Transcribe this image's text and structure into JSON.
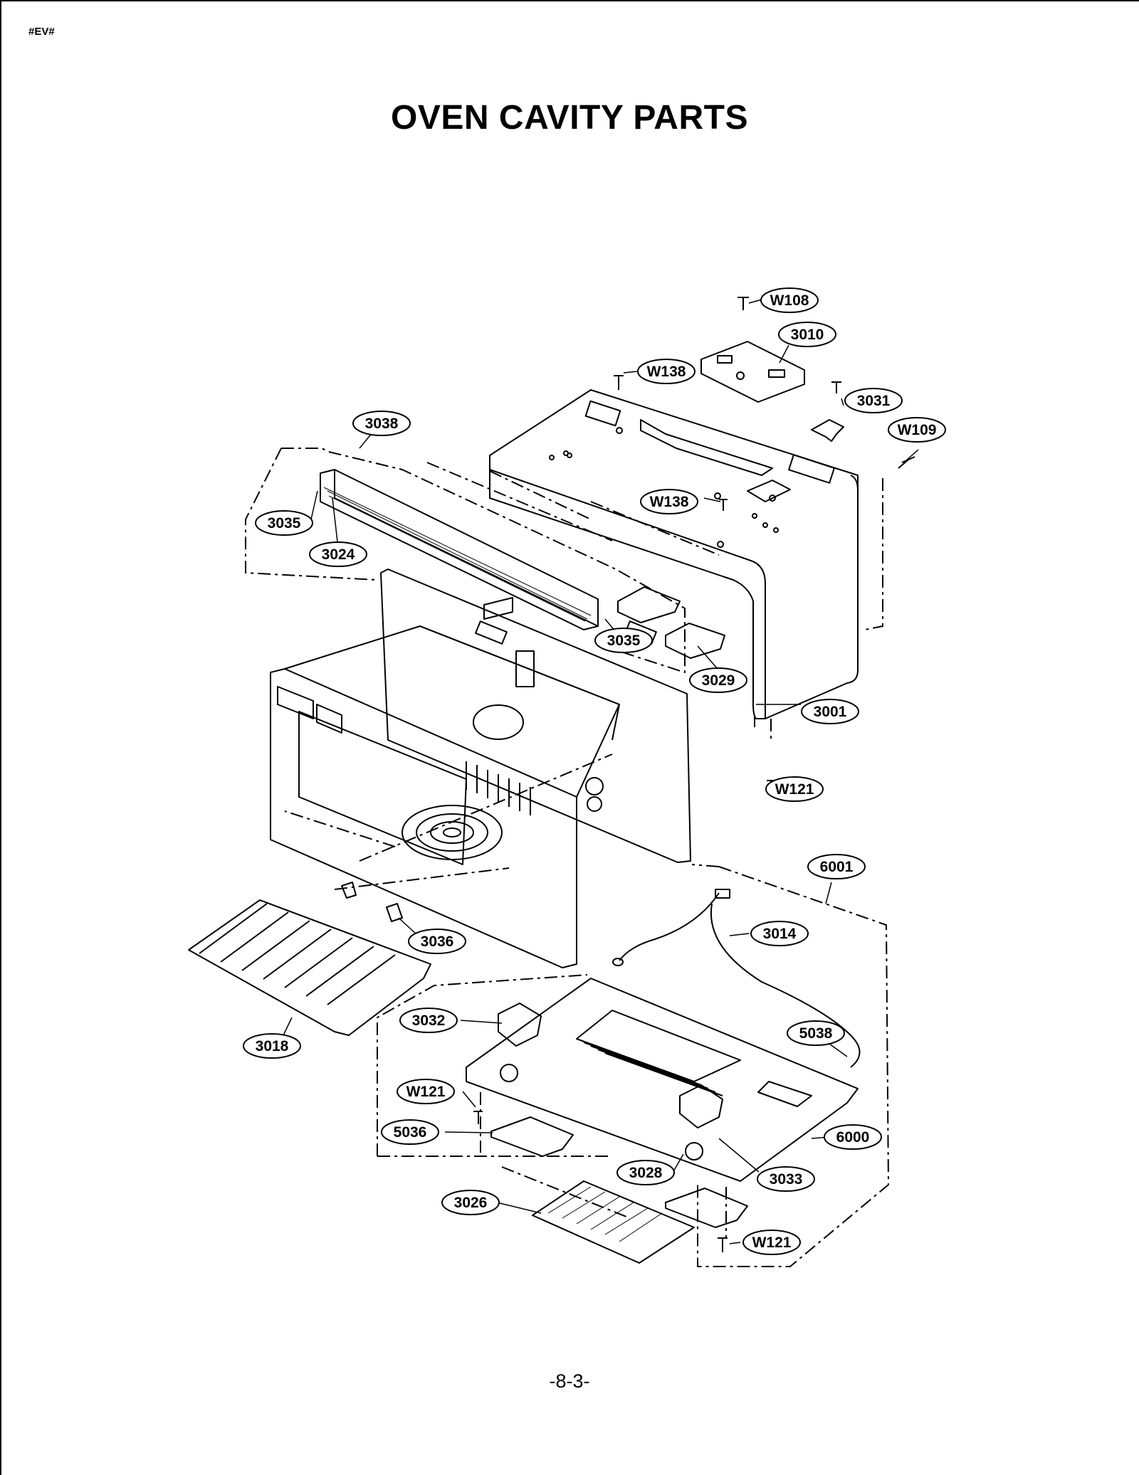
{
  "header": {
    "code": "#EV#"
  },
  "title": "OVEN CAVITY PARTS",
  "footer": {
    "page": "-8-3-"
  },
  "callouts": [
    {
      "id": "w108-top",
      "label": "W108"
    },
    {
      "id": "3010",
      "label": "3010"
    },
    {
      "id": "w138-top",
      "label": "W138"
    },
    {
      "id": "3031",
      "label": "3031"
    },
    {
      "id": "w109",
      "label": "W109"
    },
    {
      "id": "3038",
      "label": "3038"
    },
    {
      "id": "3035-left",
      "label": "3035"
    },
    {
      "id": "3024",
      "label": "3024"
    },
    {
      "id": "w138-mid",
      "label": "W138"
    },
    {
      "id": "3035-mid",
      "label": "3035"
    },
    {
      "id": "3029",
      "label": "3029"
    },
    {
      "id": "3001",
      "label": "3001"
    },
    {
      "id": "w121-right",
      "label": "W121"
    },
    {
      "id": "6001",
      "label": "6001"
    },
    {
      "id": "3014",
      "label": "3014"
    },
    {
      "id": "3036",
      "label": "3036"
    },
    {
      "id": "3018",
      "label": "3018"
    },
    {
      "id": "3032",
      "label": "3032"
    },
    {
      "id": "5038",
      "label": "5038"
    },
    {
      "id": "w121-left",
      "label": "W121"
    },
    {
      "id": "5036",
      "label": "5036"
    },
    {
      "id": "6000",
      "label": "6000"
    },
    {
      "id": "3028",
      "label": "3028"
    },
    {
      "id": "3033",
      "label": "3033"
    },
    {
      "id": "3026",
      "label": "3026"
    },
    {
      "id": "w121-bottom",
      "label": "W121"
    }
  ]
}
